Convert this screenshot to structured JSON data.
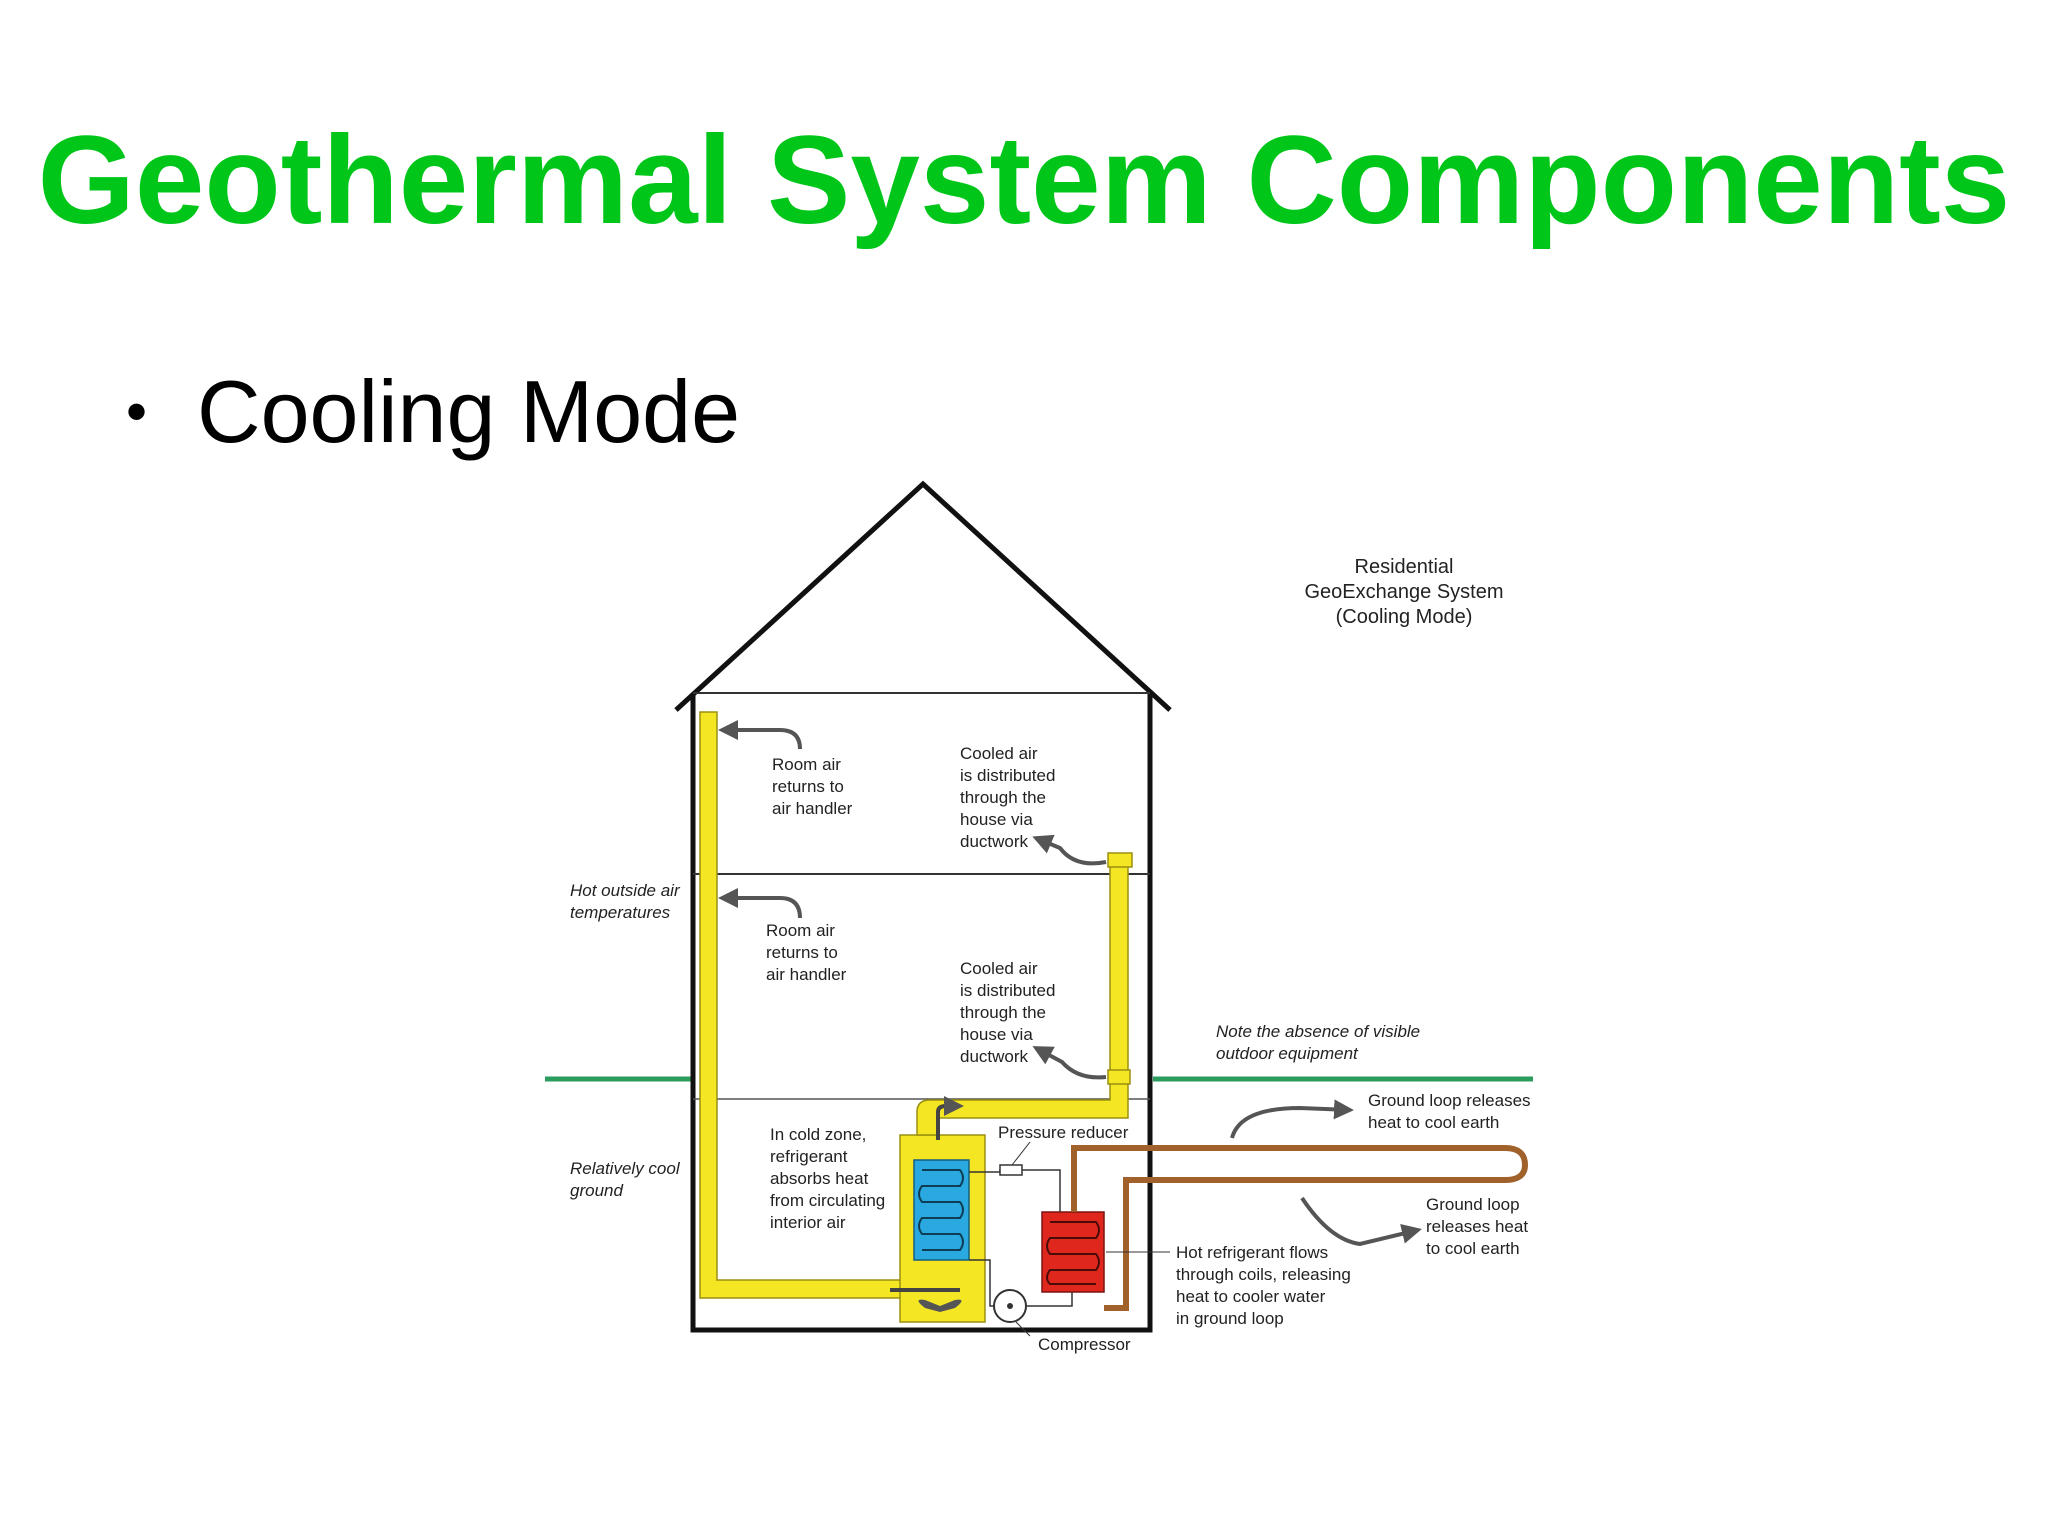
{
  "slide": {
    "title": "Geothermal System Components",
    "bullet": "Cooling Mode"
  },
  "diagram": {
    "caption": [
      "Residential",
      "GeoExchange System",
      "(Cooling Mode)"
    ],
    "room_air_upper": [
      "Room air",
      "returns to",
      "air handler"
    ],
    "room_air_lower": [
      "Room air",
      "returns to",
      "air handler"
    ],
    "cooled_air_upper": [
      "Cooled air",
      "is distributed",
      "through the",
      "house via",
      "ductwork"
    ],
    "cooled_air_lower": [
      "Cooled air",
      "is distributed",
      "through the",
      "house via",
      "ductwork"
    ],
    "hot_outside": [
      "Hot outside air",
      "temperatures"
    ],
    "cool_ground": [
      "Relatively cool",
      "ground"
    ],
    "note_absence": [
      "Note the absence of visible",
      "outdoor equipment"
    ],
    "cold_zone": [
      "In cold zone,",
      "refrigerant",
      "absorbs heat",
      "from circulating",
      "interior air"
    ],
    "pressure_reducer": "Pressure reducer",
    "ground_loop_top": [
      "Ground loop releases",
      "heat to cool earth"
    ],
    "ground_loop_right": [
      "Ground loop",
      "releases heat",
      "to cool earth"
    ],
    "hot_refrigerant": [
      "Hot refrigerant flows",
      "through coils, releasing",
      "heat to cooler water",
      "in ground loop"
    ],
    "compressor": "Compressor"
  },
  "colors": {
    "title": "#00c61a",
    "duct": "#f5e623",
    "ground_line": "#2a9d5c",
    "coil_blue": "#29a9e0",
    "coil_red": "#e0271e",
    "loop": "#a0612b",
    "arrow": "#555555"
  }
}
